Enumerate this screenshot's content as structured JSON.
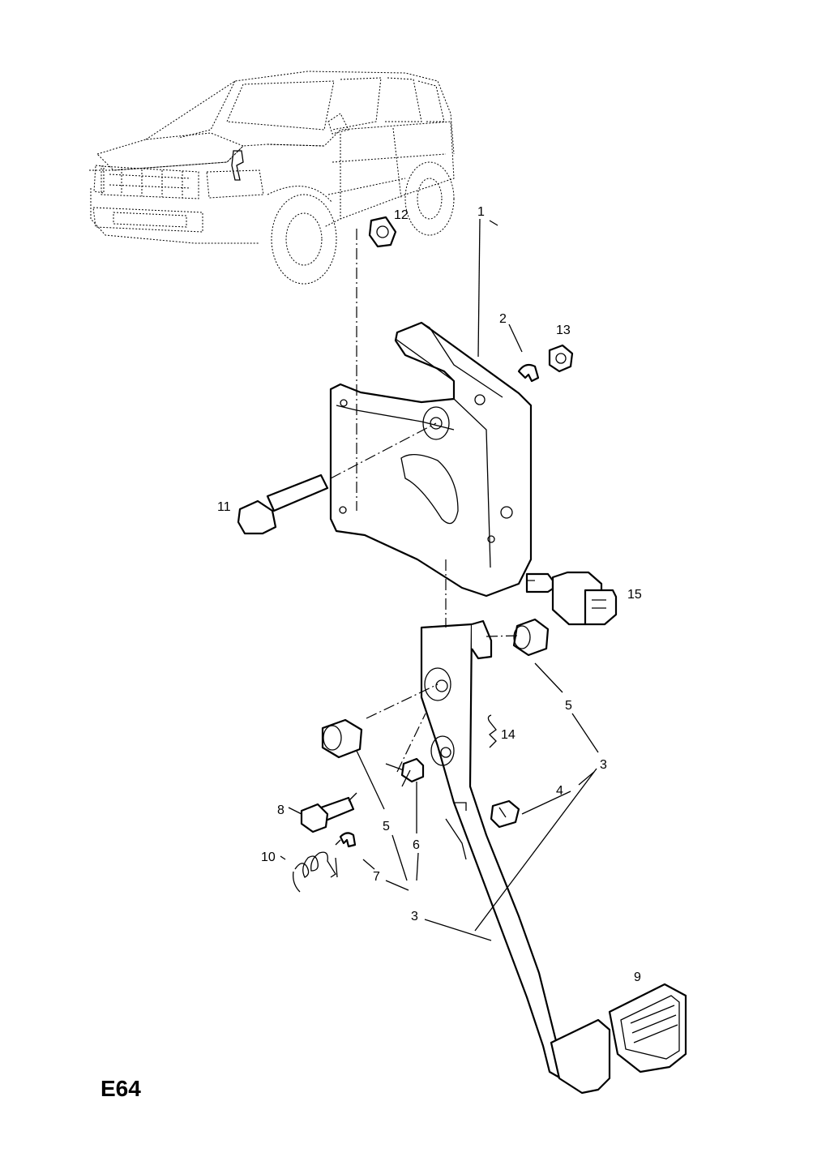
{
  "diagram_code": "E64",
  "callouts": [
    {
      "id": "c1",
      "label": "1"
    },
    {
      "id": "c2",
      "label": "2"
    },
    {
      "id": "c3a",
      "label": "3"
    },
    {
      "id": "c3b",
      "label": "3"
    },
    {
      "id": "c4",
      "label": "4"
    },
    {
      "id": "c5a",
      "label": "5"
    },
    {
      "id": "c5b",
      "label": "5"
    },
    {
      "id": "c6",
      "label": "6"
    },
    {
      "id": "c7",
      "label": "7"
    },
    {
      "id": "c8",
      "label": "8"
    },
    {
      "id": "c9",
      "label": "9"
    },
    {
      "id": "c10",
      "label": "10"
    },
    {
      "id": "c11",
      "label": "11"
    },
    {
      "id": "c12",
      "label": "12"
    },
    {
      "id": "c13",
      "label": "13"
    },
    {
      "id": "c14",
      "label": "14"
    },
    {
      "id": "c15",
      "label": "15"
    }
  ]
}
